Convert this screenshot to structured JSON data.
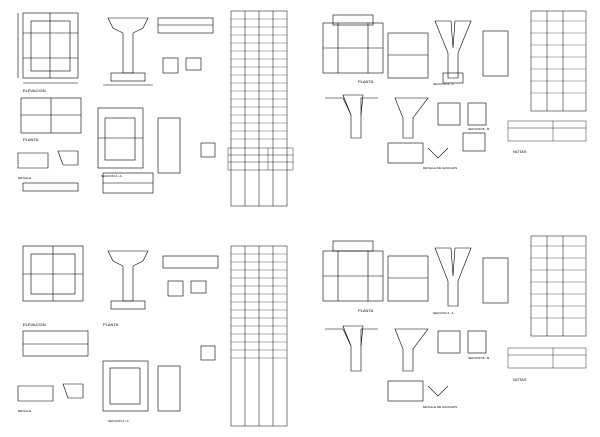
{
  "sheets": [
    {
      "labels": {
        "elevacion": "ELEVACION",
        "planta": "PLANTA",
        "seccion_aa": "SECCION A - A",
        "detalle": "DETALLE"
      }
    },
    {
      "labels": {
        "planta": "PLANTA",
        "seccion_aa": "SECCION A - A",
        "seccion_bb": "SECCION B - B",
        "detalle_ganchos": "DETALLE DE GANCHOS",
        "notas": "NOTAS"
      }
    },
    {
      "labels": {
        "elevacion": "ELEVACION",
        "planta": "PLANTA",
        "seccion_aa": "SECCION A - A",
        "detalle": "DETALLE"
      }
    },
    {
      "labels": {
        "planta": "PLANTA",
        "seccion_aa": "SECCION A - A",
        "seccion_bb": "SECCION B - B",
        "detalle_ganchos": "DETALLE DE GANCHOS",
        "notas": "NOTAS"
      }
    }
  ]
}
